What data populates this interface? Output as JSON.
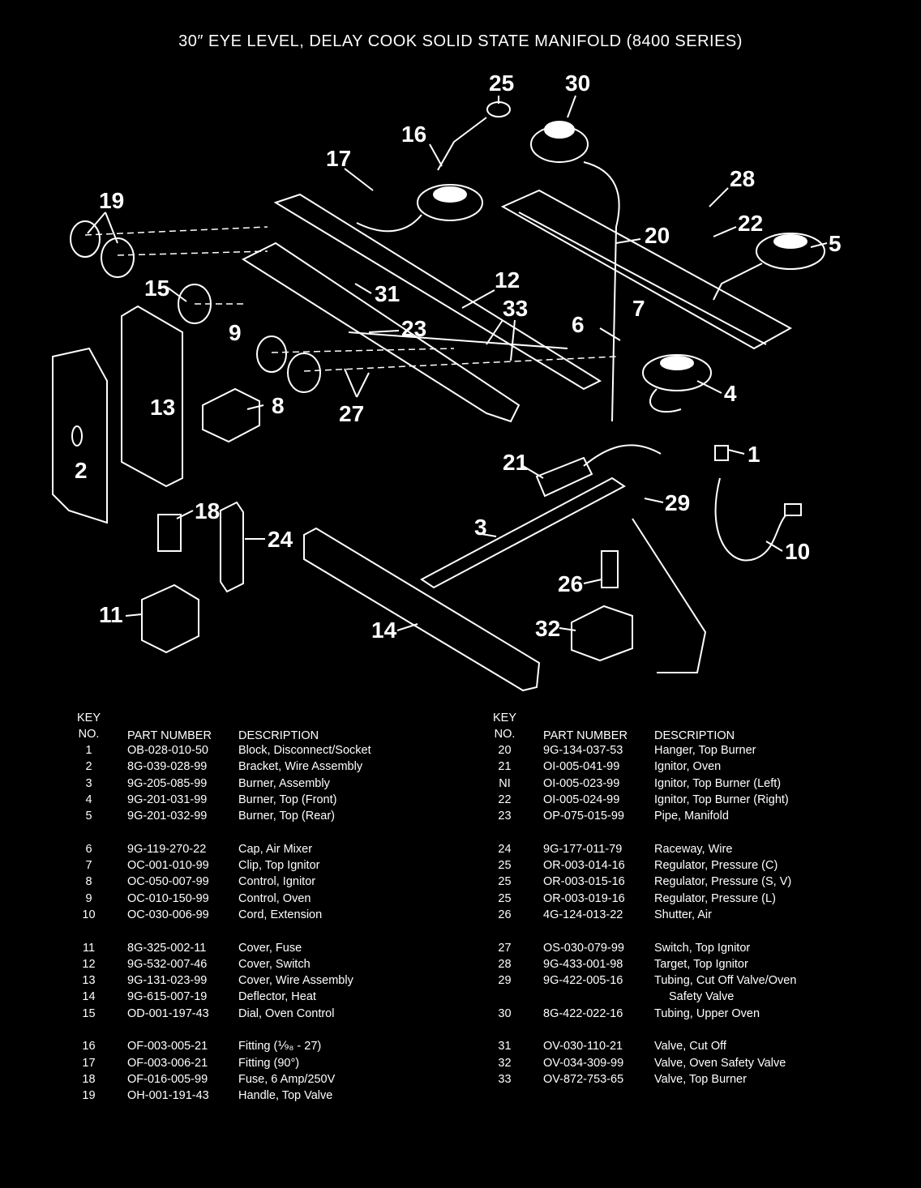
{
  "title": "30″ EYE LEVEL, DELAY COOK SOLID STATE MANIFOLD (8400 SERIES)",
  "callouts": [
    "1",
    "2",
    "3",
    "4",
    "5",
    "6",
    "7",
    "8",
    "9",
    "10",
    "11",
    "12",
    "13",
    "14",
    "15",
    "16",
    "17",
    "18",
    "19",
    "20",
    "21",
    "22",
    "23",
    "24",
    "25",
    "26",
    "27",
    "28",
    "29",
    "30",
    "31",
    "32",
    "33"
  ],
  "table": {
    "headers": {
      "key_line1": "KEY",
      "key_line2": "NO.",
      "part_number": "PART NUMBER",
      "description": "DESCRIPTION"
    },
    "left_rows": [
      {
        "key": "1",
        "part": "OB-028-010-50",
        "desc": "Block, Disconnect/Socket"
      },
      {
        "key": "2",
        "part": "8G-039-028-99",
        "desc": "Bracket, Wire Assembly"
      },
      {
        "key": "3",
        "part": "9G-205-085-99",
        "desc": "Burner, Assembly"
      },
      {
        "key": "4",
        "part": "9G-201-031-99",
        "desc": "Burner, Top (Front)"
      },
      {
        "key": "5",
        "part": "9G-201-032-99",
        "desc": "Burner, Top (Rear)"
      },
      {
        "key": "6",
        "part": "9G-119-270-22",
        "desc": "Cap, Air Mixer"
      },
      {
        "key": "7",
        "part": "OC-001-010-99",
        "desc": "Clip, Top Ignitor"
      },
      {
        "key": "8",
        "part": "OC-050-007-99",
        "desc": "Control, Ignitor"
      },
      {
        "key": "9",
        "part": "OC-010-150-99",
        "desc": "Control, Oven"
      },
      {
        "key": "10",
        "part": "OC-030-006-99",
        "desc": "Cord, Extension"
      },
      {
        "key": "11",
        "part": "8G-325-002-11",
        "desc": "Cover, Fuse"
      },
      {
        "key": "12",
        "part": "9G-532-007-46",
        "desc": "Cover, Switch"
      },
      {
        "key": "13",
        "part": "9G-131-023-99",
        "desc": "Cover, Wire Assembly"
      },
      {
        "key": "14",
        "part": "9G-615-007-19",
        "desc": "Deflector, Heat"
      },
      {
        "key": "15",
        "part": "OD-001-197-43",
        "desc": "Dial, Oven Control"
      },
      {
        "key": "16",
        "part": "OF-003-005-21",
        "desc": "Fitting (⅑₈ - 27)"
      },
      {
        "key": "17",
        "part": "OF-003-006-21",
        "desc": "Fitting (90°)"
      },
      {
        "key": "18",
        "part": "OF-016-005-99",
        "desc": "Fuse, 6 Amp/250V"
      },
      {
        "key": "19",
        "part": "OH-001-191-43",
        "desc": "Handle, Top Valve"
      }
    ],
    "right_rows": [
      {
        "key": "20",
        "part": "9G-134-037-53",
        "desc": "Hanger, Top Burner"
      },
      {
        "key": "21",
        "part": "OI-005-041-99",
        "desc": "Ignitor, Oven"
      },
      {
        "key": "NI",
        "part": "OI-005-023-99",
        "desc": "Ignitor, Top Burner (Left)"
      },
      {
        "key": "22",
        "part": "OI-005-024-99",
        "desc": "Ignitor, Top Burner (Right)"
      },
      {
        "key": "23",
        "part": "OP-075-015-99",
        "desc": "Pipe, Manifold"
      },
      {
        "key": "24",
        "part": "9G-177-011-79",
        "desc": "Raceway, Wire"
      },
      {
        "key": "25",
        "part": "OR-003-014-16",
        "desc": "Regulator, Pressure (C)"
      },
      {
        "key": "25",
        "part": "OR-003-015-16",
        "desc": "Regulator, Pressure (S, V)"
      },
      {
        "key": "25",
        "part": "OR-003-019-16",
        "desc": "Regulator, Pressure (L)"
      },
      {
        "key": "26",
        "part": "4G-124-013-22",
        "desc": "Shutter, Air"
      },
      {
        "key": "27",
        "part": "OS-030-079-99",
        "desc": "Switch, Top Ignitor"
      },
      {
        "key": "28",
        "part": "9G-433-001-98",
        "desc": "Target, Top Ignitor"
      },
      {
        "key": "29",
        "part": "9G-422-005-16",
        "desc": "Tubing, Cut Off Valve/Oven"
      },
      {
        "key": "",
        "part": "",
        "desc": "Safety Valve"
      },
      {
        "key": "30",
        "part": "8G-422-022-16",
        "desc": "Tubing, Upper Oven"
      },
      {
        "key": "31",
        "part": "OV-030-110-21",
        "desc": "Valve, Cut Off"
      },
      {
        "key": "32",
        "part": "OV-034-309-99",
        "desc": "Valve, Oven Safety Valve"
      },
      {
        "key": "33",
        "part": "OV-872-753-65",
        "desc": "Valve, Top Burner"
      }
    ]
  }
}
